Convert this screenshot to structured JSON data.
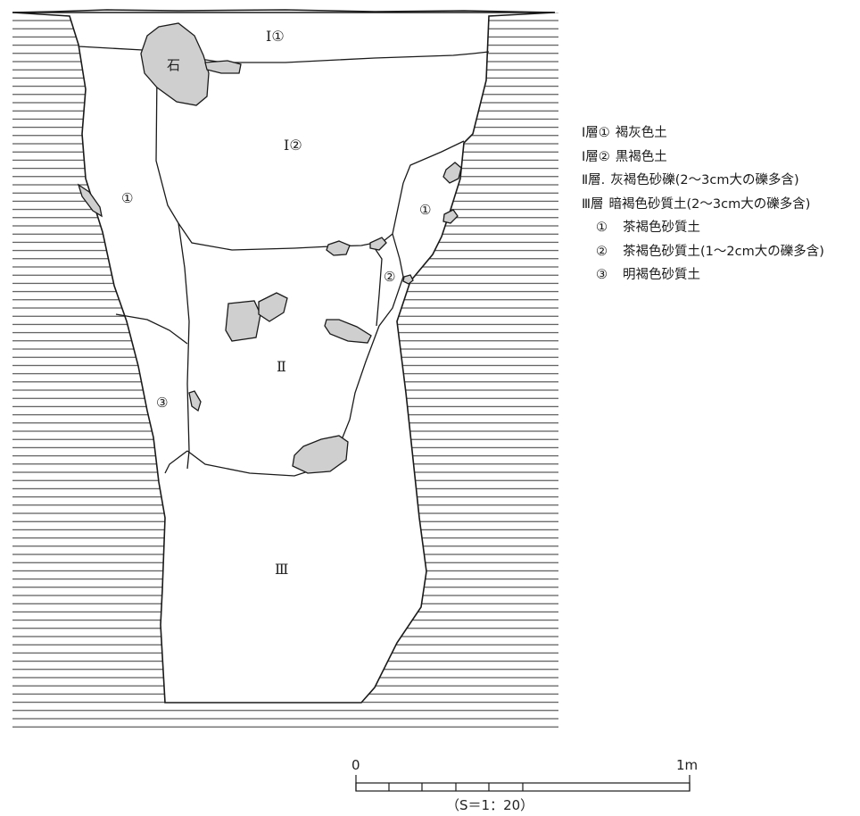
{
  "section": {
    "layer_labels": {
      "layer1_1": "Ⅰ①",
      "layer1_2": "Ⅰ②",
      "layer2": "Ⅱ",
      "layer3": "Ⅲ",
      "sub1_left": "①",
      "sub1_right": "①",
      "sub2": "②",
      "sub3": "③"
    },
    "stone_label": "石",
    "colors": {
      "line": "#1a1a1a",
      "stone_fill": "#cfcfcf",
      "hatch": "#333333"
    }
  },
  "legend": {
    "items": [
      {
        "code": "Ⅰ層①",
        "text": "褐灰色土"
      },
      {
        "code": "Ⅰ層②",
        "text": "黒褐色土"
      },
      {
        "code": "Ⅱ層.",
        "text": "灰褐色砂礫(2〜3cm大の礫多含)"
      },
      {
        "code": "Ⅲ層",
        "text": "暗褐色砂質土(2〜3cm大の礫多含)"
      },
      {
        "code": "①",
        "text": "茶褐色砂質土"
      },
      {
        "code": "②",
        "text": "茶褐色砂質土(1〜2cm大の礫多含)"
      },
      {
        "code": "③",
        "text": "明褐色砂質土"
      }
    ]
  },
  "scale_bar": {
    "start_label": "0",
    "end_label": "1m",
    "ratio_label": "（S＝1：20）"
  }
}
